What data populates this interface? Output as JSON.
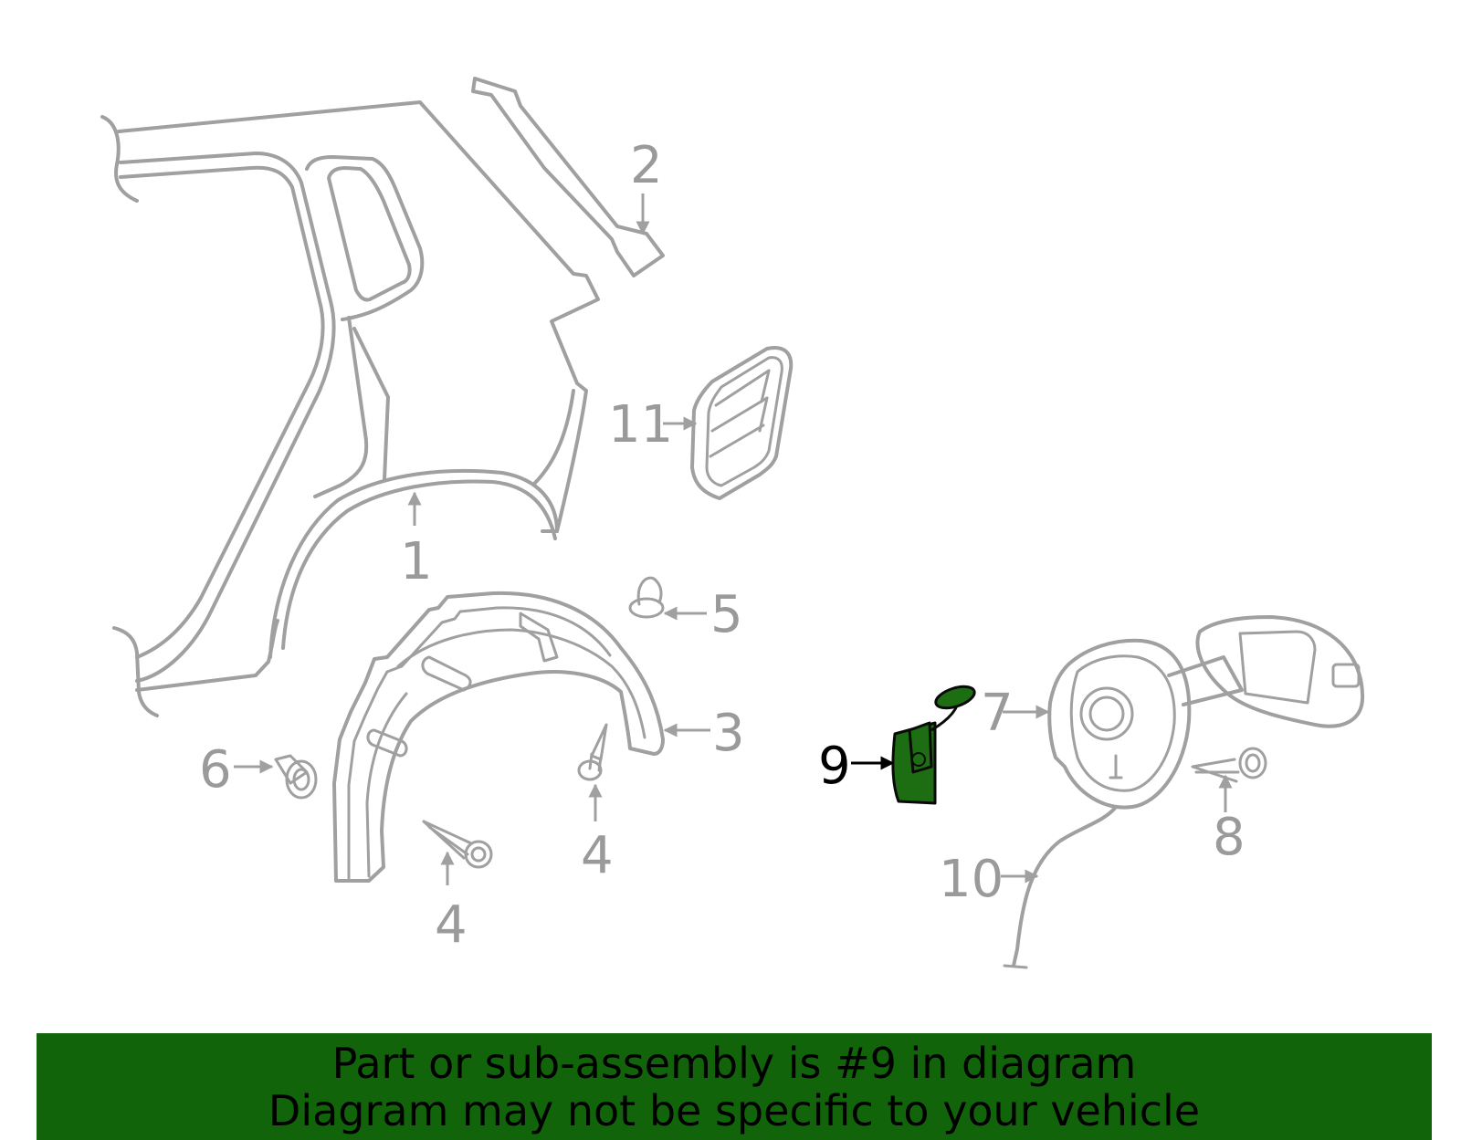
{
  "callouts": {
    "c1": "1",
    "c2": "2",
    "c3": "3",
    "c4a": "4",
    "c4b": "4",
    "c5": "5",
    "c6": "6",
    "c7": "7",
    "c8": "8",
    "c9": "9",
    "c10": "10",
    "c11": "11"
  },
  "highlight_part": "9",
  "colors": {
    "line_art": "#a0a0a0",
    "highlight_fill": "#1d6e12",
    "banner_background": "#12640a",
    "banner_text": "#000000"
  },
  "banner": {
    "line1": "Part or sub-assembly is #9 in diagram",
    "line2": "Diagram may not be specific to your vehicle"
  }
}
